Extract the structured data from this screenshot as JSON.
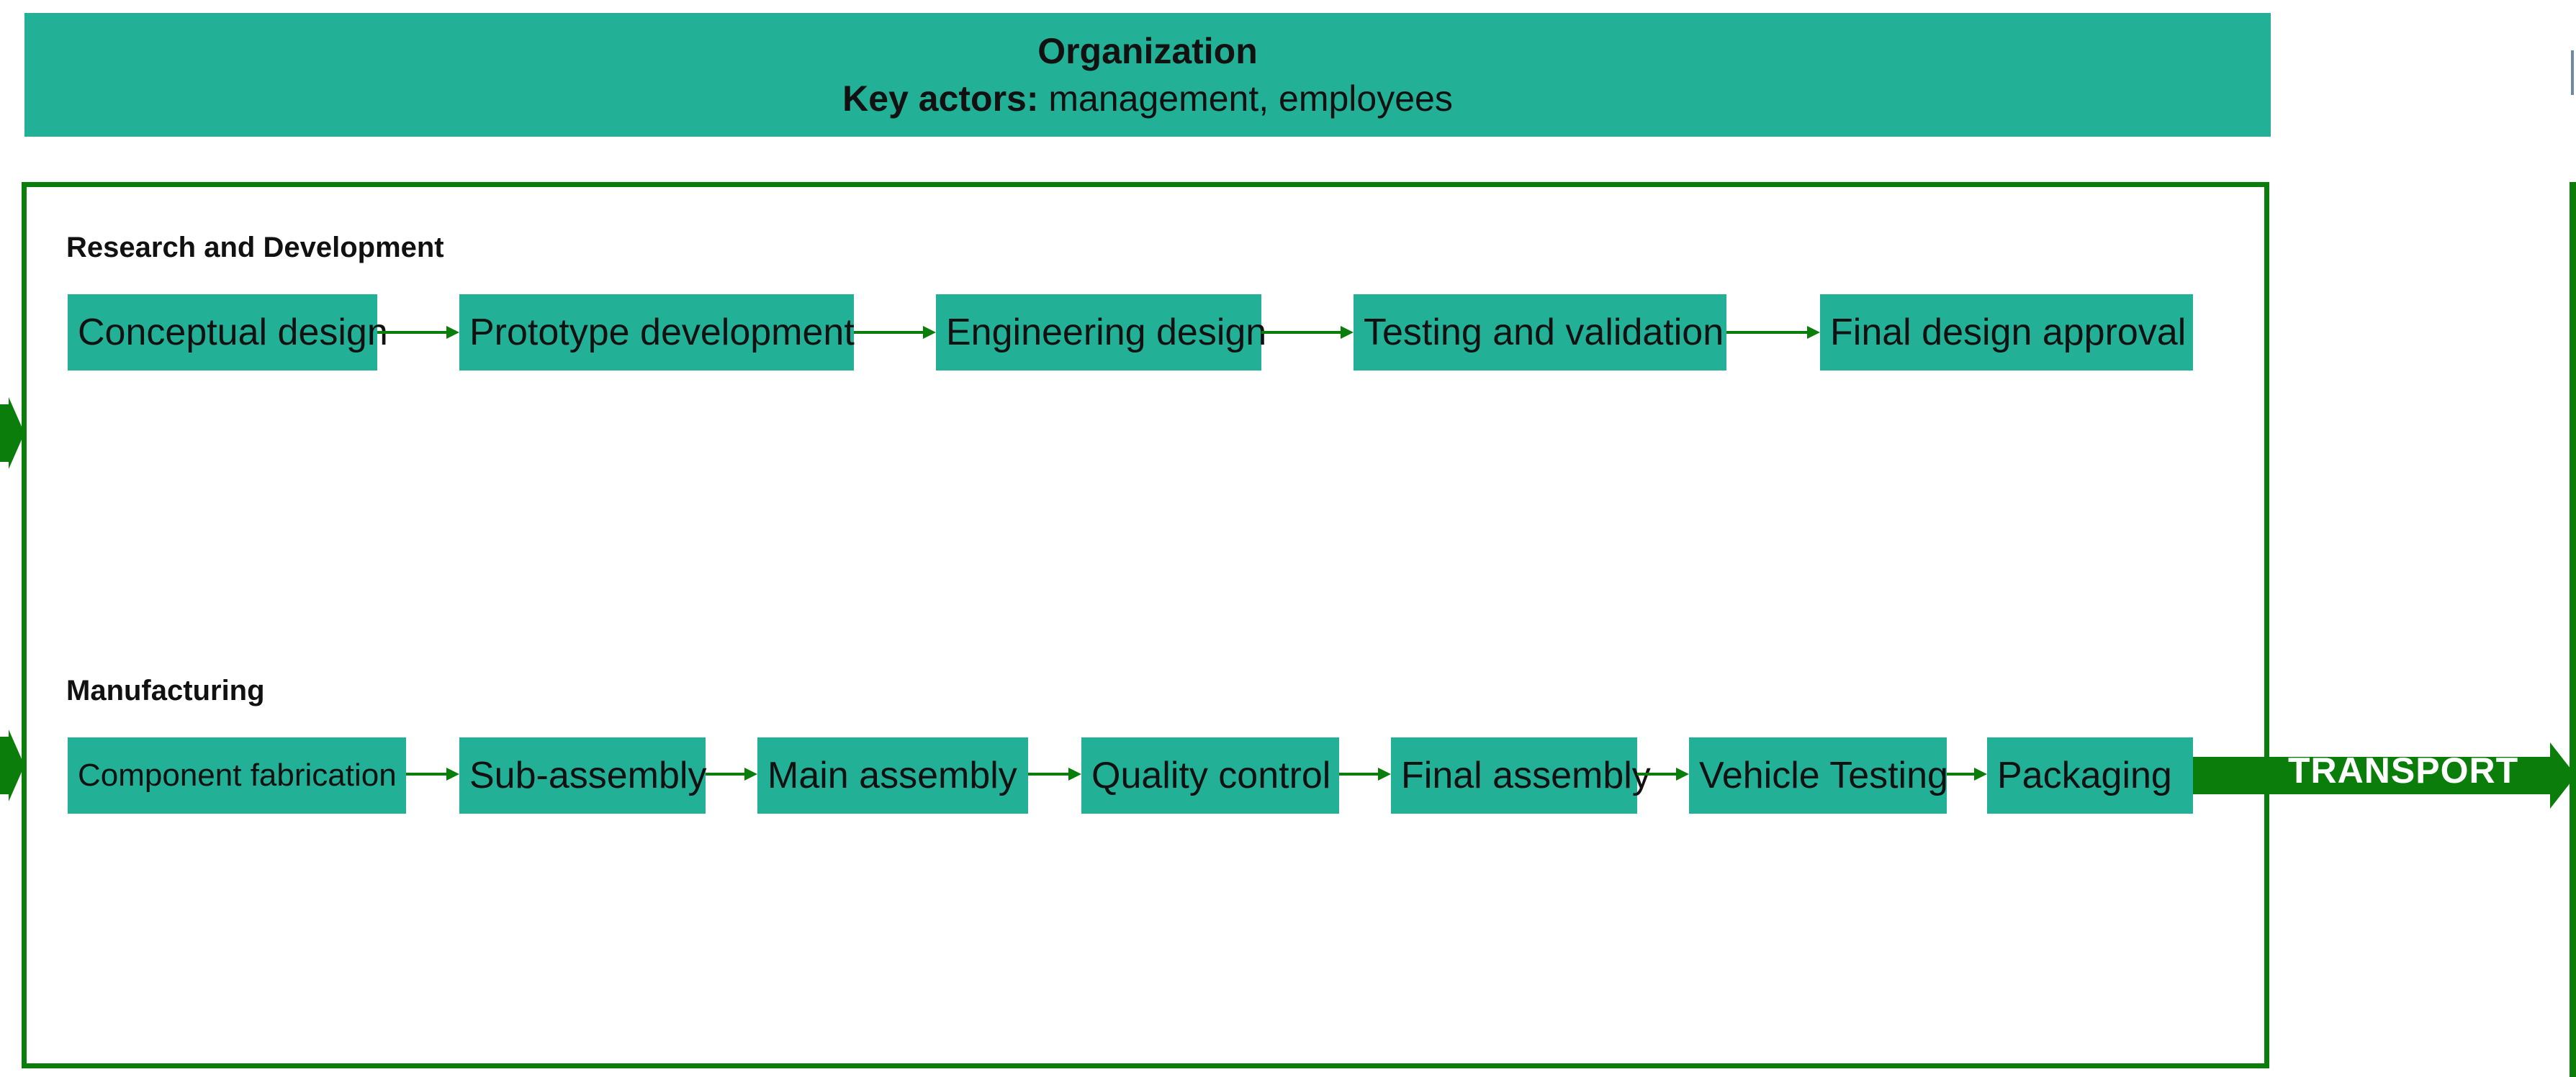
{
  "header": {
    "title": "Organization",
    "key_actors_label": "Key actors:",
    "key_actors_value": " management, employees"
  },
  "rnd": {
    "label": "Research and Development",
    "steps": [
      "Conceptual design",
      "Prototype development",
      "Engineering design",
      "Testing and validation",
      "Final design approval"
    ]
  },
  "manufacturing": {
    "label": "Manufacturing",
    "steps": [
      "Component fabrication",
      "Sub-assembly",
      "Main assembly",
      "Quality control",
      "Final assembly",
      "Vehicle Testing",
      "Packaging"
    ]
  },
  "transport": {
    "label": "TRANSPORT"
  },
  "colors": {
    "box": "#22b096",
    "arrow": "#0a7d0a",
    "frame": "#0a7d0a"
  }
}
